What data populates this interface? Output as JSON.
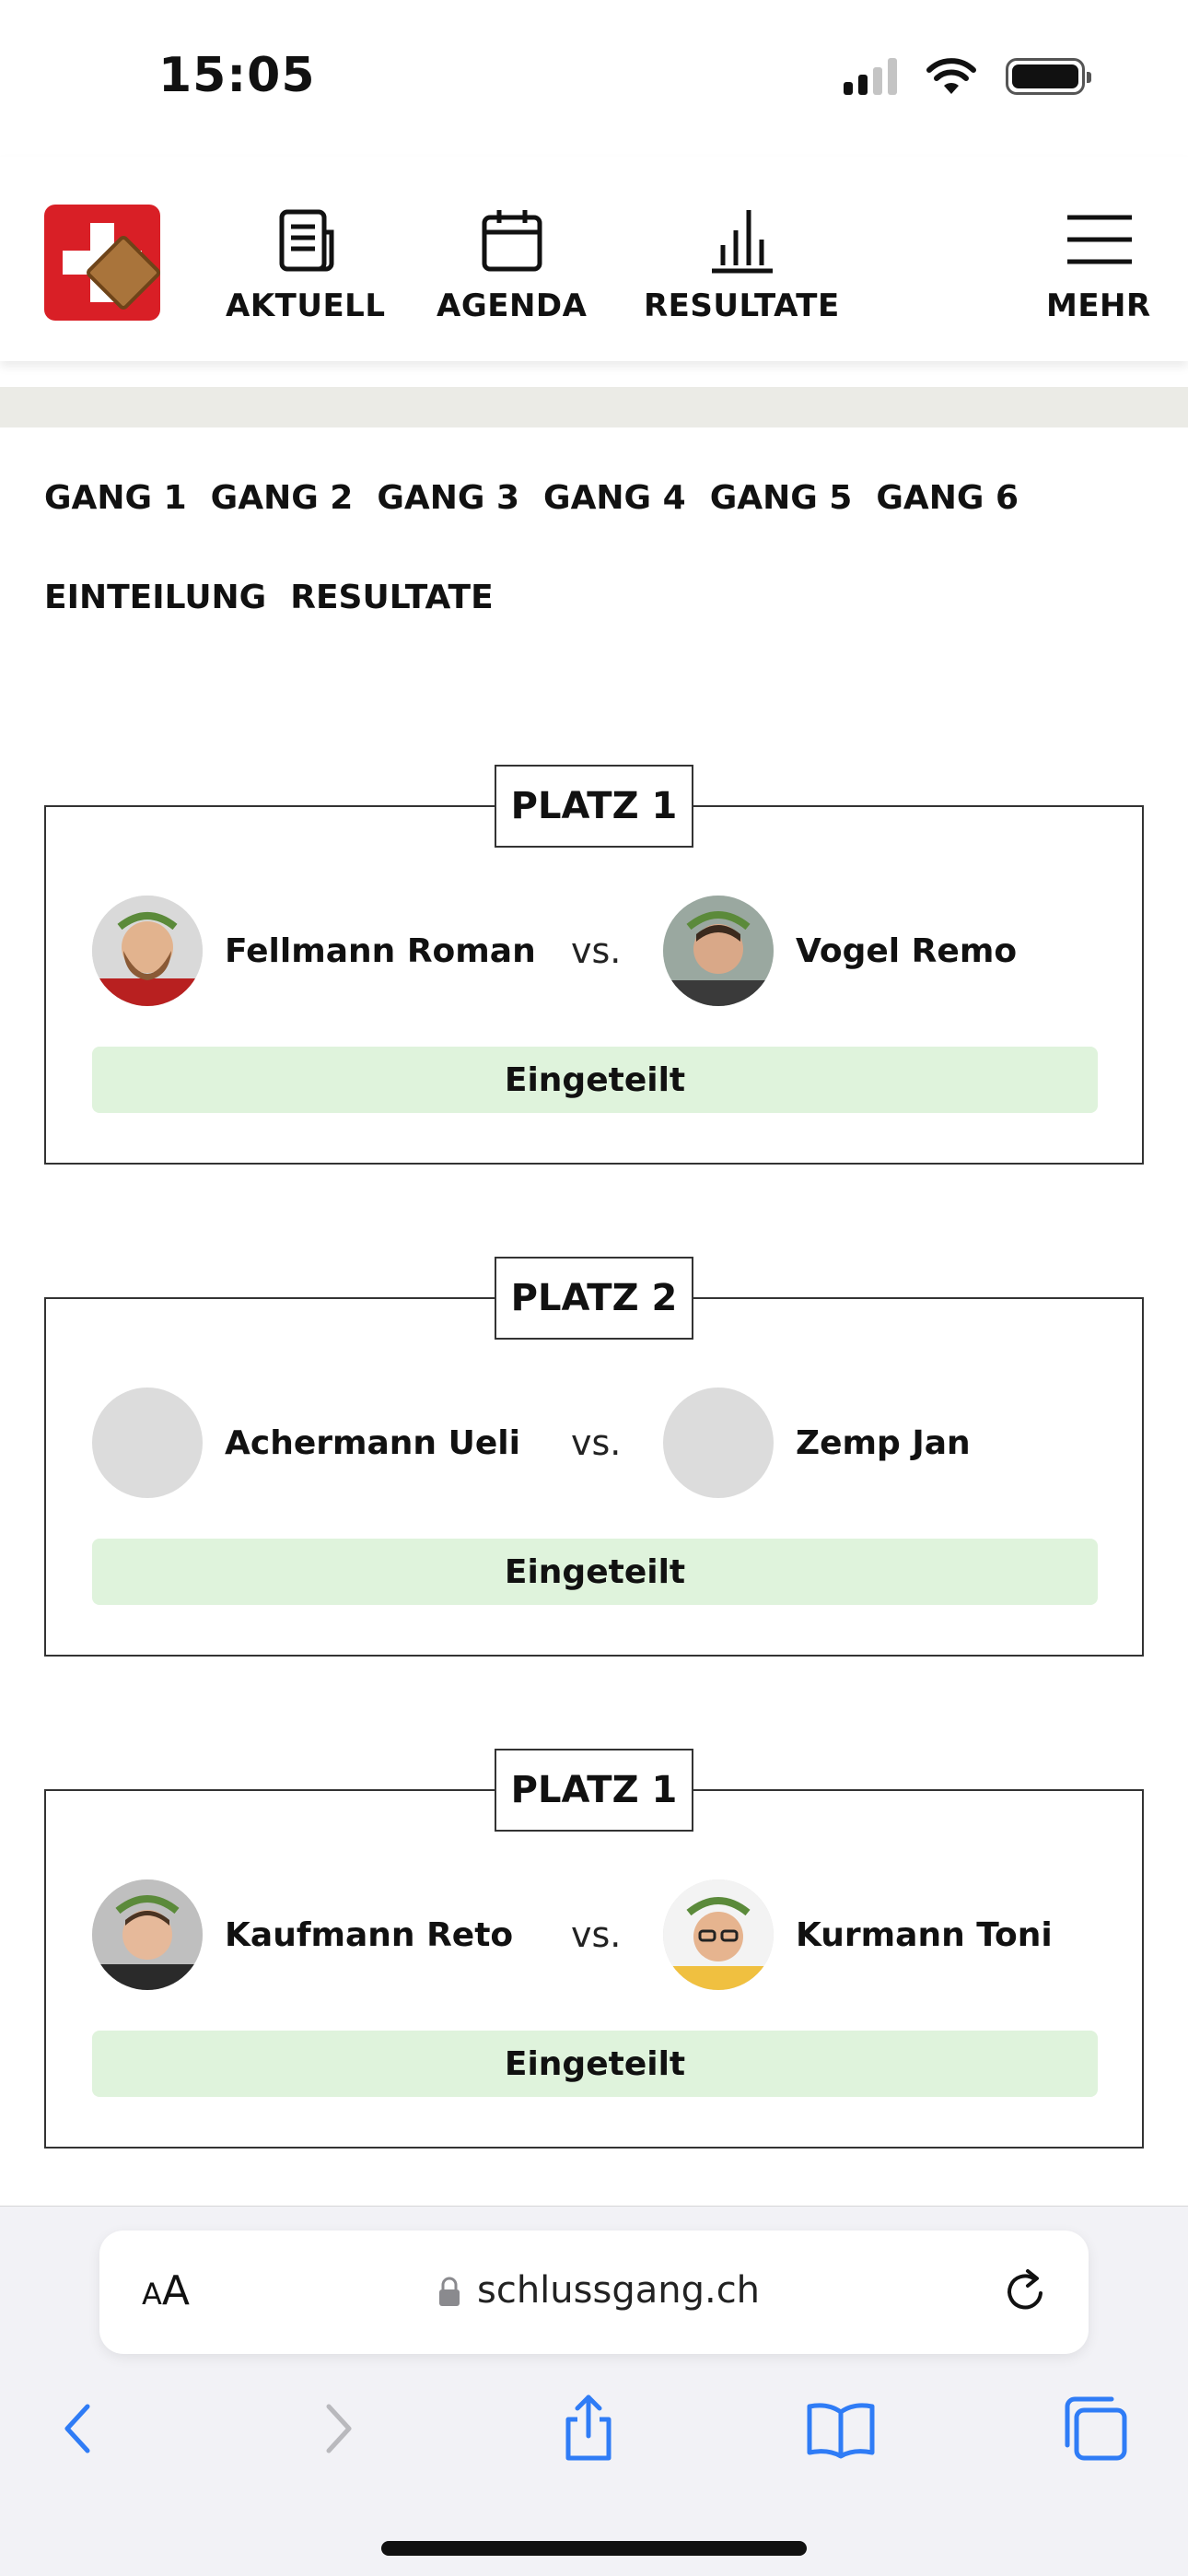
{
  "status": {
    "time": "15:05"
  },
  "nav": {
    "items": [
      {
        "label": "AKTUELL",
        "icon": "newspaper-icon"
      },
      {
        "label": "AGENDA",
        "icon": "calendar-icon"
      },
      {
        "label": "RESULTATE",
        "icon": "bar-chart-icon"
      },
      {
        "label": "MEHR",
        "icon": "menu-icon"
      }
    ]
  },
  "tabs": {
    "gang": [
      "GANG 1",
      "GANG 2",
      "GANG 3",
      "GANG 4",
      "GANG 5",
      "GANG 6"
    ],
    "sub": [
      "EINTEILUNG",
      "RESULTATE"
    ]
  },
  "matches": [
    {
      "title": "PLATZ 1",
      "left": "Fellmann Roman",
      "vs": "vs.",
      "right": "Vogel Remo",
      "status": "Eingeteilt"
    },
    {
      "title": "PLATZ 2",
      "left": "Achermann Ueli",
      "vs": "vs.",
      "right": "Zemp Jan",
      "status": "Eingeteilt"
    },
    {
      "title": "PLATZ 1",
      "left": "Kaufmann Reto",
      "vs": "vs.",
      "right": "Kurmann Toni",
      "status": "Eingeteilt"
    }
  ],
  "browser": {
    "aa_small": "A",
    "aa_large": "A",
    "url": "schlussgang.ch"
  },
  "colors": {
    "brand_red": "#d91f26",
    "status_green": "#dff3dc",
    "safari_blue": "#2f7cf6"
  }
}
